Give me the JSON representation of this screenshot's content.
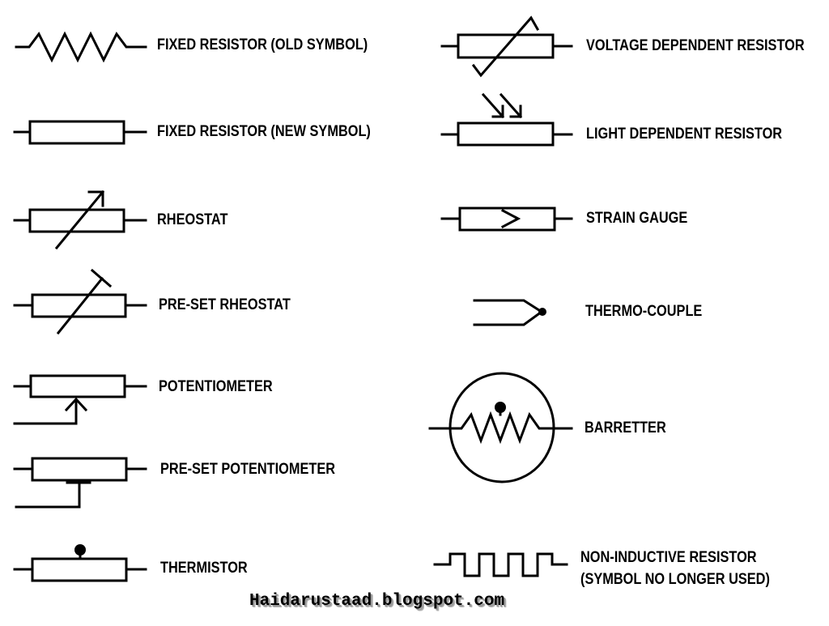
{
  "left_column": {
    "fixed_resistor_old": "FIXED RESISTOR   (OLD SYMBOL)",
    "fixed_resistor_new": "FIXED RESISTOR   (NEW SYMBOL)",
    "rheostat": "RHEOSTAT",
    "preset_rheostat": "PRE-SET RHEOSTAT",
    "potentiometer": "POTENTIOMETER",
    "preset_potentiometer": "PRE-SET POTENTIOMETER",
    "thermistor": "THERMISTOR"
  },
  "right_column": {
    "voltage_dependent_resistor": "VOLTAGE DEPENDENT RESISTOR",
    "light_dependent_resistor": "LIGHT DEPENDENT RESISTOR",
    "strain_gauge": "STRAIN GAUGE",
    "thermo_couple": "THERMO-COUPLE",
    "barretter": "BARRETTER",
    "non_inductive_line1": "NON-INDUCTIVE RESISTOR",
    "non_inductive_line2": "(SYMBOL NO LONGER USED)"
  },
  "watermark": "Haidarustaad.blogspot.com"
}
